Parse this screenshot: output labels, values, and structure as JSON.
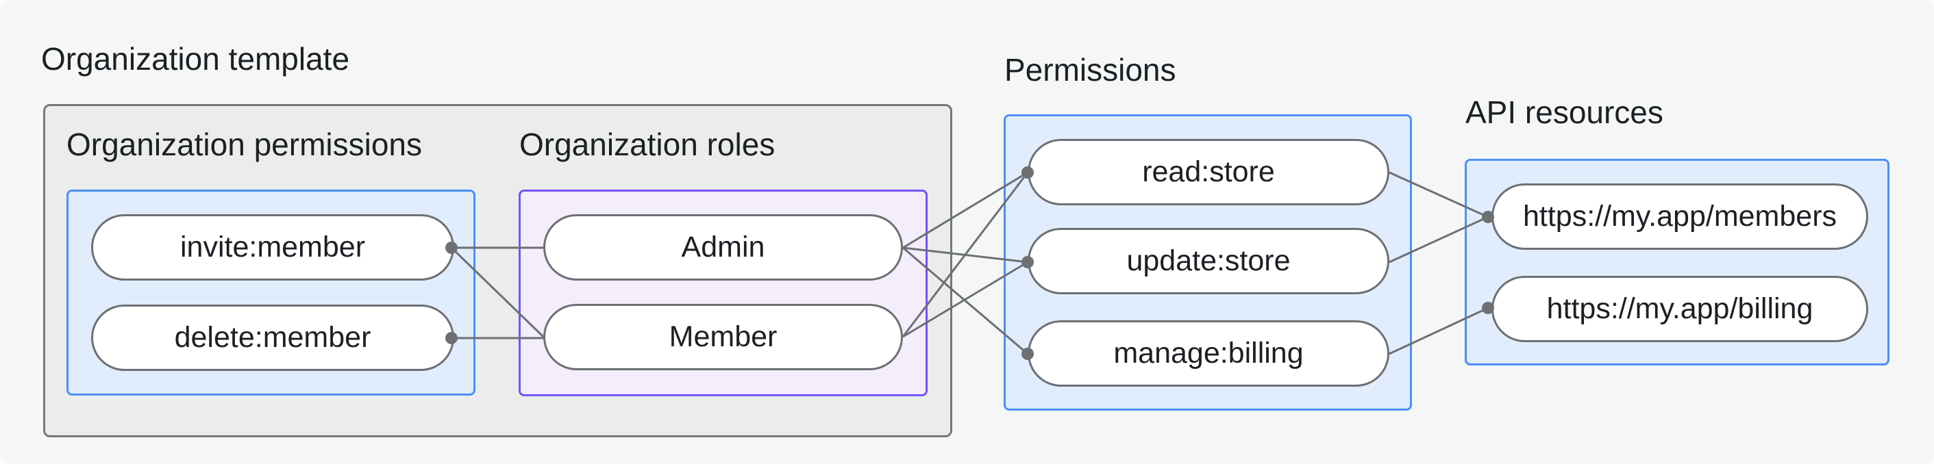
{
  "title": "Organization template",
  "groups": {
    "org_permissions": {
      "label": "Organization permissions",
      "nodes": [
        "invite:member",
        "delete:member"
      ]
    },
    "org_roles": {
      "label": "Organization roles",
      "nodes": [
        "Admin",
        "Member"
      ]
    },
    "permissions": {
      "label": "Permissions",
      "nodes": [
        "read:store",
        "update:store",
        "manage:billing"
      ]
    },
    "api_resources": {
      "label": "API resources",
      "nodes": [
        "https://my.app/members",
        "https://my.app/billing"
      ]
    }
  },
  "edges": [
    {
      "from": "invite:member",
      "to": "Admin"
    },
    {
      "from": "invite:member",
      "to": "Member"
    },
    {
      "from": "delete:member",
      "to": "Member"
    },
    {
      "from": "Admin",
      "to": "read:store"
    },
    {
      "from": "Admin",
      "to": "update:store"
    },
    {
      "from": "Admin",
      "to": "manage:billing"
    },
    {
      "from": "Member",
      "to": "read:store"
    },
    {
      "from": "Member",
      "to": "update:store"
    },
    {
      "from": "read:store",
      "to": "https://my.app/members"
    },
    {
      "from": "update:store",
      "to": "https://my.app/members"
    },
    {
      "from": "manage:billing",
      "to": "https://my.app/billing"
    }
  ],
  "colors": {
    "background": "#f5f7f7",
    "container_fill": "#ebedec",
    "container_border": "#75787a",
    "blue_fill": "#e1edfc",
    "blue_border": "#4d8ff7",
    "purple_fill": "#f3edfc",
    "purple_border": "#7453f7",
    "node_fill": "#ffffff",
    "node_border": "#6d7073",
    "edge": "#6d7073",
    "text": "#1c1f24"
  }
}
